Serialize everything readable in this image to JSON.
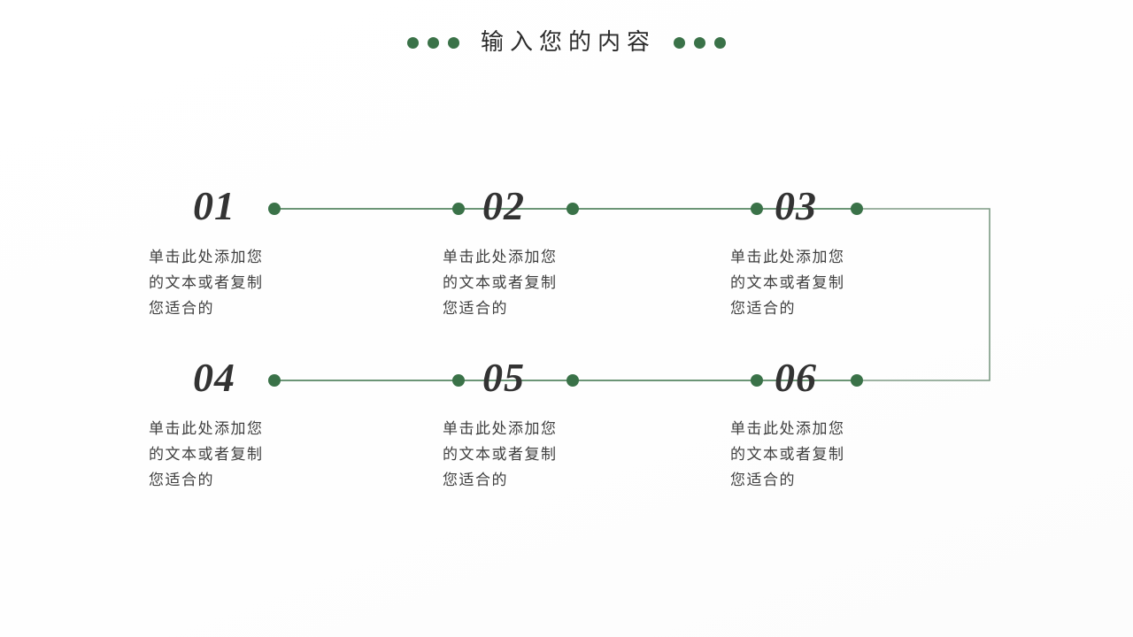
{
  "slide": {
    "background_color": "#ffffff",
    "accent_color": "#3a7248",
    "number_color": "#333333",
    "body_text_color": "#3f3f3f"
  },
  "header": {
    "title": "输入您的内容",
    "left_dots": [
      "dot",
      "dot",
      "dot"
    ],
    "right_dots": [
      "dot",
      "dot",
      "dot"
    ]
  },
  "items": [
    {
      "number": "01",
      "lines": [
        "单击此处添加您",
        "的文本或者复制",
        "您适合的"
      ]
    },
    {
      "number": "02",
      "lines": [
        "单击此处添加您",
        "的文本或者复制",
        "您适合的"
      ]
    },
    {
      "number": "03",
      "lines": [
        "单击此处添加您",
        "的文本或者复制",
        "您适合的"
      ]
    },
    {
      "number": "04",
      "lines": [
        "单击此处添加您",
        "的文本或者复制",
        "您适合的"
      ]
    },
    {
      "number": "05",
      "lines": [
        "单击此处添加您",
        "的文本或者复制",
        "您适合的"
      ]
    },
    {
      "number": "06",
      "lines": [
        "单击此处添加您",
        "的文本或者复制",
        "您适合的"
      ]
    }
  ]
}
